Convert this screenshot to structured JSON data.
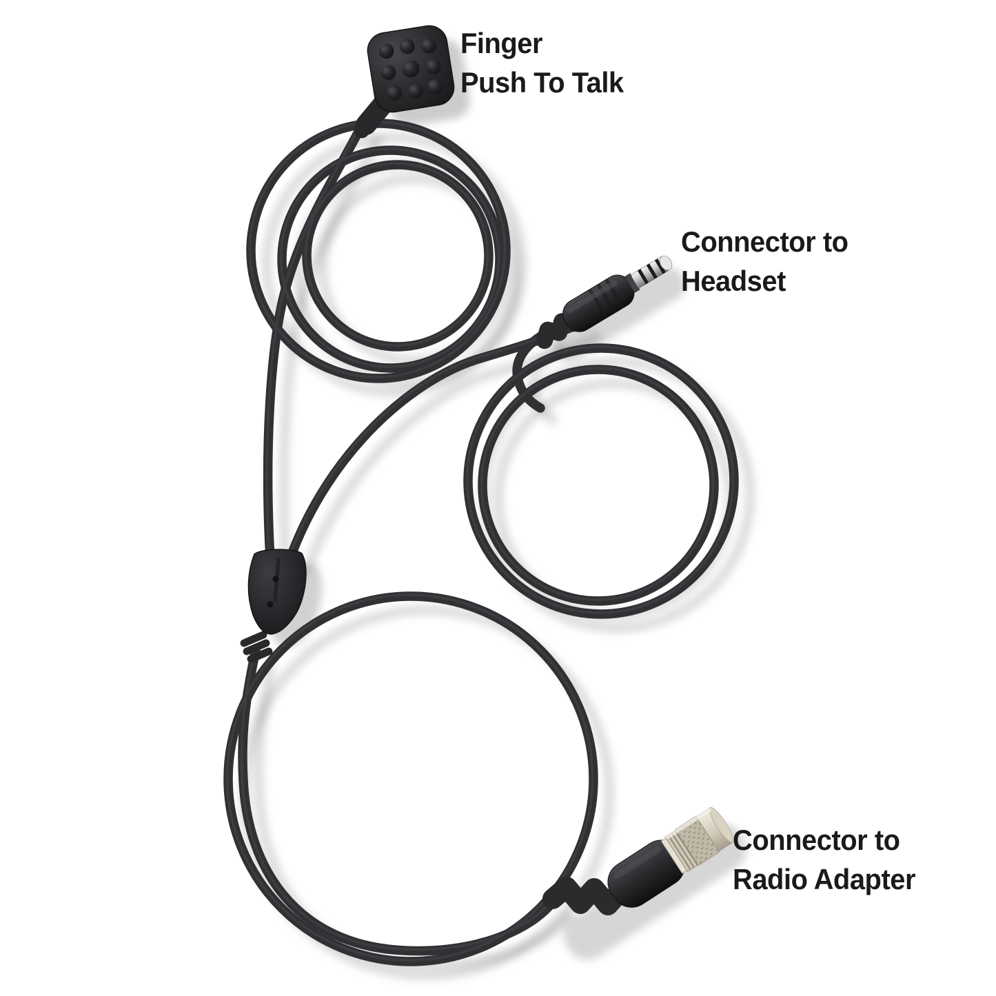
{
  "labels": {
    "ptt": {
      "line1": "Finger",
      "line2": "Push To Talk"
    },
    "headset": {
      "line1": "Connector to",
      "line2": "Headset"
    },
    "radio": {
      "line1": "Connector to",
      "line2": "Radio Adapter"
    }
  },
  "colors": {
    "background": "#ffffff",
    "cable": "#313134",
    "label_text": "#1a1a1a",
    "connector_plastic": "#28282b",
    "connector_silver": "#c9c2b2",
    "plug_metal": "#cfcfcf"
  }
}
